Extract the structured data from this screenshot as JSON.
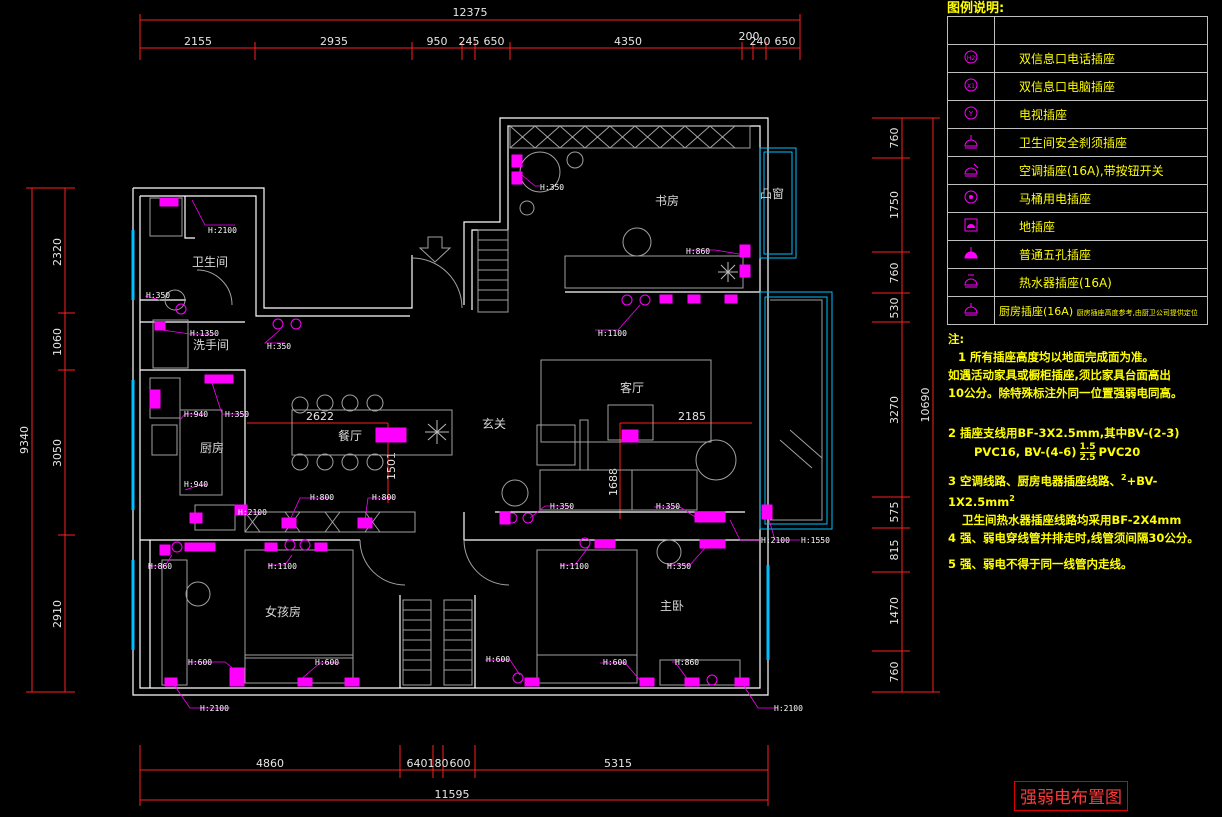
{
  "dimensions": {
    "top_total": "12375",
    "top_segments": [
      "2155",
      "2935",
      "950",
      "245",
      "650",
      "4350",
      "200",
      "240",
      "650"
    ],
    "bottom_segments": [
      "4860",
      "640",
      "180",
      "600",
      "5315"
    ],
    "bottom_total": "11595",
    "left_total": "9340",
    "left_segments": [
      "2320",
      "1060",
      "3050",
      "2910"
    ],
    "right_total": "10690",
    "right_segments": [
      "760",
      "1750",
      "760",
      "530",
      "3270",
      "575",
      "815",
      "1470",
      "760"
    ],
    "interior": [
      "2622",
      "2185",
      "1501",
      "1688"
    ]
  },
  "rooms": {
    "bathroom": "卫生间",
    "washroom": "洗手间",
    "kitchen": "厨房",
    "dining": "餐厅",
    "entry": "玄关",
    "living": "客厅",
    "study": "书房",
    "bay_window": "凸窗",
    "girl_room": "女孩房",
    "master": "主卧"
  },
  "heights": {
    "h2100a": "H:2100",
    "h350a": "H:350",
    "h350b": "H:350",
    "h1350": "H:1350",
    "h350c": "H:350",
    "h350d": "H:350",
    "h940a": "H:940",
    "h940b": "H:940",
    "h2100b": "H:2100",
    "h800a": "H:800",
    "h800b": "H:800",
    "h1100a": "H:1100",
    "h860a": "H:860",
    "h1100b": "H:1100",
    "h860b": "H:860",
    "h350e": "H:350",
    "h350f": "H:350",
    "h1100c": "H:1100",
    "h350g": "H:350",
    "h2100c": "H:2100",
    "h1550": "H:1550",
    "h600a": "H:600",
    "h600b": "H:600",
    "h600c": "H:600",
    "h600d": "H:600",
    "h860c": "H:860",
    "h2100d": "H:2100",
    "h2100e": "H:2100"
  },
  "legend": {
    "title": "图例说明:",
    "items": [
      {
        "icon": "phone-socket-icon",
        "label": "双信息口电话插座"
      },
      {
        "icon": "computer-socket-icon",
        "label": "双信息口电脑插座"
      },
      {
        "icon": "tv-socket-icon",
        "label": "电视插座"
      },
      {
        "icon": "splash-proof-socket-icon",
        "label": "卫生间安全刹须插座"
      },
      {
        "icon": "ac-socket-icon",
        "label": "空调插座(16A),带按钮开关"
      },
      {
        "icon": "toilet-socket-icon",
        "label": "马桶用电插座"
      },
      {
        "icon": "floor-socket-icon",
        "label": "地插座"
      },
      {
        "icon": "five-hole-socket-icon",
        "label": "普通五孔插座"
      },
      {
        "icon": "water-heater-socket-icon",
        "label": "热水器插座(16A)"
      },
      {
        "icon": "kitchen-socket-icon",
        "label": "厨房插座(16A)",
        "note": "厨房插座高度参考,由厨卫公司提供定位"
      }
    ]
  },
  "notes": {
    "title": "注:",
    "n1a": "1  所有插座高度均以地面完成面为准。",
    "n1b": "如遇活动家具或橱柜插座,须比家具台面高出",
    "n1c": "10公分。除特殊标注外同一位置强弱电同高。",
    "n2a": "2 插座支线用BF-3X2.5mm,其中BV-(2-3)",
    "n2b": "PVC16, BV-(4-6)",
    "n2c": "1.5",
    "n2d": "2.5",
    "n2e": "PVC20",
    "n3a": "3 空调线路、厨房电器插座线路、",
    "n3b": "2",
    "n3c": "+BV-1X2.5mm",
    "n3d": "2",
    "n3e": "卫生间热水器插座线路均采用BF-2X4mm",
    "n4": "4 强、弱电穿线管并排走时,线管须间隔30公分。",
    "n5": "5 强、弱电不得于同一线管内走线。"
  },
  "stamp": "强弱电布置图",
  "colors": {
    "wall": "#ffffff",
    "dimension": "#ff0000",
    "socket": "#ff00ff",
    "text_note": "#ffff00",
    "window": "#00bfff",
    "furniture": "#9a9a9a"
  }
}
